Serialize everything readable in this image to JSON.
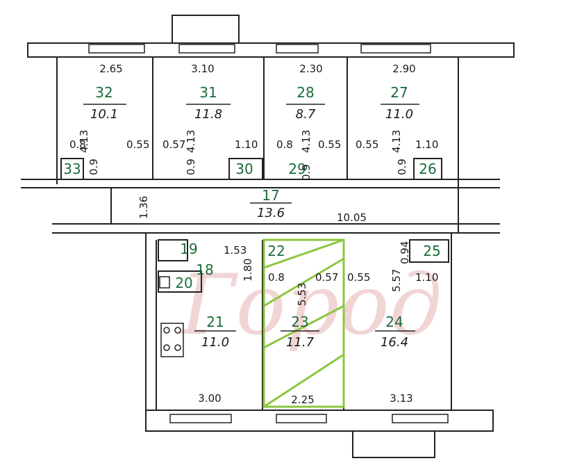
{
  "plan": {
    "watermark_text": "Город",
    "highlight_color": "#8cc63f",
    "wall_color": "#222222",
    "number_color": "#1b6b3a",
    "rooms": [
      {
        "id": "32",
        "number": "32",
        "area": "10.1"
      },
      {
        "id": "31",
        "number": "31",
        "area": "11.8"
      },
      {
        "id": "28",
        "number": "28",
        "area": "8.7"
      },
      {
        "id": "27",
        "number": "27",
        "area": "11.0"
      },
      {
        "id": "33",
        "number": "33",
        "area": ""
      },
      {
        "id": "30",
        "number": "30",
        "area": ""
      },
      {
        "id": "29",
        "number": "29",
        "area": ""
      },
      {
        "id": "26",
        "number": "26",
        "area": ""
      },
      {
        "id": "17",
        "number": "17",
        "area": "13.6"
      },
      {
        "id": "19",
        "number": "19",
        "area": ""
      },
      {
        "id": "18",
        "number": "18",
        "area": ""
      },
      {
        "id": "20",
        "number": "20",
        "area": ""
      },
      {
        "id": "21",
        "number": "21",
        "area": "11.0"
      },
      {
        "id": "22",
        "number": "22",
        "area": ""
      },
      {
        "id": "23",
        "number": "23",
        "area": "11.7"
      },
      {
        "id": "24",
        "number": "24",
        "area": "16.4"
      },
      {
        "id": "25",
        "number": "25",
        "area": ""
      }
    ],
    "dimensions": {
      "top_265": "2.65",
      "top_310": "3.10",
      "top_230": "2.30",
      "top_290": "2.90",
      "h413_a": "4.13",
      "h413_b": "4.13",
      "h413_c": "4.13",
      "h413_d": "4.13",
      "d08_a": "0.8",
      "d09_a": "0.9",
      "d055_a": "0.55",
      "d057": "0.57",
      "d09_b": "0.9",
      "d110_a": "1.10",
      "d08_b": "0.8",
      "d09_c": "0.9",
      "d055_b": "0.55",
      "d055_c": "0.55",
      "d09_d": "0.9",
      "d110_b": "1.10",
      "d136": "1.36",
      "d1005": "10.05",
      "d153": "1.53",
      "d180": "1.80",
      "d094": "0.94",
      "d08_c": "0.8",
      "d057_b": "0.57",
      "d055_d": "0.55",
      "d557": "5.57",
      "d110_c": "1.10",
      "d553": "5.53",
      "d300": "3.00",
      "d225": "2.25",
      "d313": "3.13"
    }
  }
}
